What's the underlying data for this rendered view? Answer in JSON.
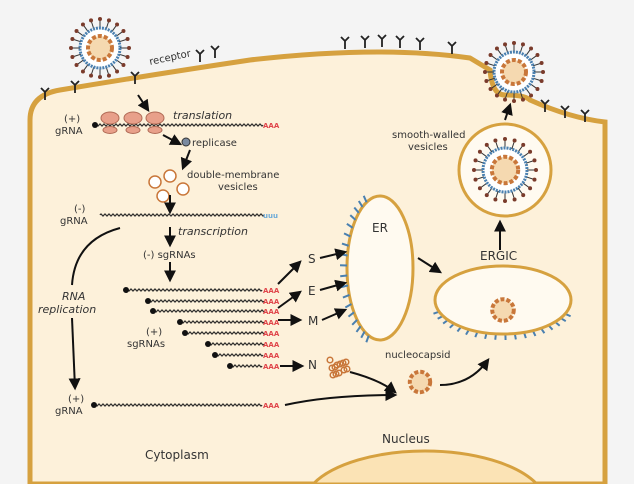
{
  "labels": {
    "receptor": "receptor",
    "gRNA_plus_top_sign": "(+)",
    "gRNA_plus_top": "gRNA",
    "translation": "translation",
    "replicase": "replicase",
    "dmv_1": "double-membrane",
    "dmv_2": "vesicles",
    "gRNA_minus_sign": "(-)",
    "gRNA_minus": "gRNA",
    "transcription": "transcription",
    "sgRNAs_minus": "(-) sgRNAs",
    "rna_replication_1": "RNA",
    "rna_replication_2": "replication",
    "sgRNAs_plus_sign": "(+)",
    "sgRNAs_plus": "sgRNAs",
    "gRNA_plus_bottom_sign": "(+)",
    "gRNA_plus_bottom": "gRNA",
    "S": "S",
    "E": "E",
    "M": "M",
    "N": "N",
    "ER": "ER",
    "ERGIC": "ERGIC",
    "smooth_1": "smooth-walled",
    "smooth_2": "vesicles",
    "nucleocapsid": "nucleocapsid",
    "nucleus": "Nucleus",
    "cytoplasm": "Cytoplasm",
    "polyA": "AAA",
    "polyU": "UUU"
  },
  "colors": {
    "cytoplasm": "#fdf1da",
    "membrane": "#d6a13f",
    "nucleus": "#fbe3b5",
    "ribosome": "#e8a08a",
    "polyA": "#e0454a",
    "spike": "#4a80b0",
    "capsid": "#c9773a"
  }
}
